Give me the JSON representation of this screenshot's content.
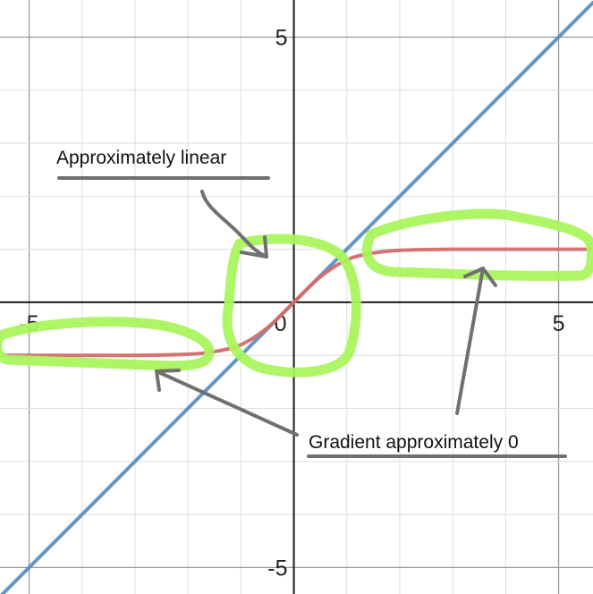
{
  "chart_data": {
    "type": "line",
    "title": "",
    "xlabel": "",
    "ylabel": "",
    "xlim": [
      -5.55,
      5.65
    ],
    "ylim": [
      -5.5,
      5.7
    ],
    "grid": true,
    "x_ticks": [
      {
        "value": -5,
        "label": "-5"
      },
      {
        "value": 0,
        "label": "0"
      },
      {
        "value": 5,
        "label": "5"
      }
    ],
    "y_ticks": [
      {
        "value": 5,
        "label": "5"
      },
      {
        "value": -5,
        "label": "-5"
      }
    ],
    "series": [
      {
        "color": "#5b8fc4",
        "x": [
          -5.55,
          5.65
        ],
        "y": [
          -5.55,
          5.65
        ]
      },
      {
        "color": "#d46a6a",
        "x": [
          -5.5,
          -4,
          -3,
          -2,
          -1.5,
          -1,
          -0.5,
          0,
          0.5,
          1,
          1.5,
          2,
          3,
          4,
          5.6
        ],
        "y": [
          -1.0,
          -1.0,
          -1.0,
          -0.98,
          -0.93,
          -0.8,
          -0.48,
          0,
          0.48,
          0.8,
          0.93,
          0.98,
          1.0,
          1.0,
          1.0
        ]
      }
    ],
    "annotations": [
      {
        "text": "Approximately linear"
      },
      {
        "text": "Gradient approximately 0"
      }
    ]
  },
  "colors": {
    "highlight": "#a8f55a",
    "arrow": "#707070",
    "grid_minor": "#dddddd",
    "grid_major": "#9a9a9a",
    "axis": "#1a1a1a"
  }
}
